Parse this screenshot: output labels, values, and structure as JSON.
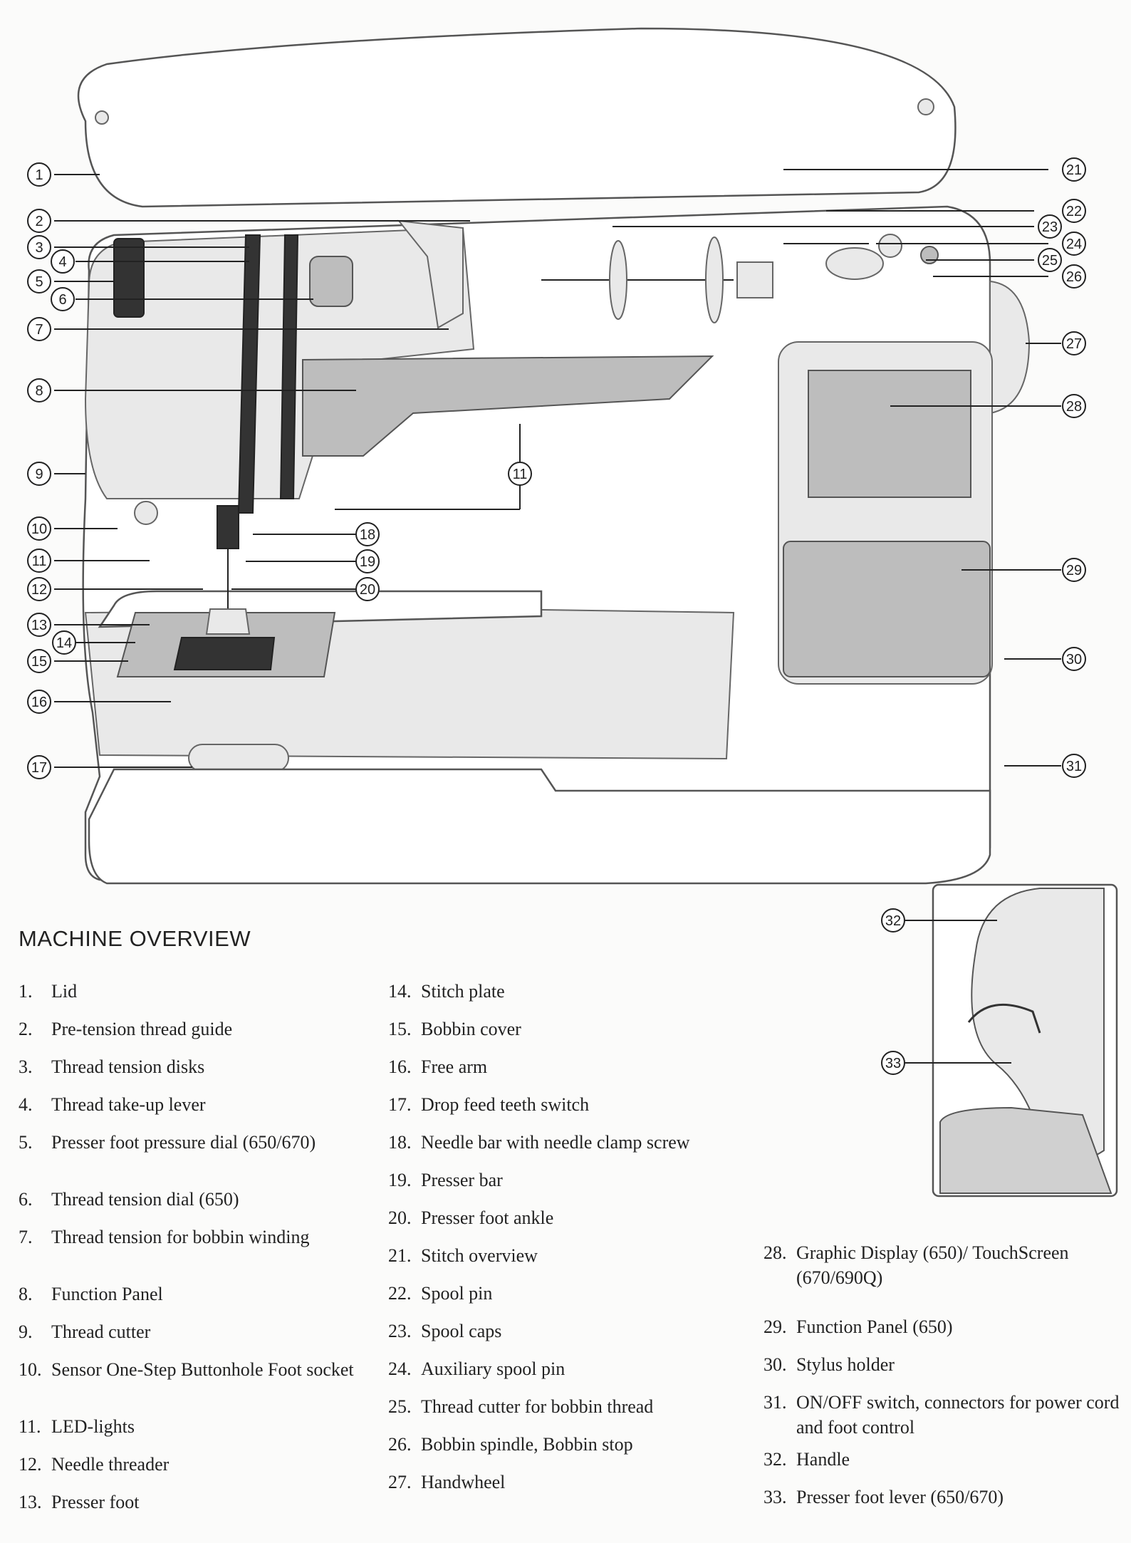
{
  "heading": "MACHINE OVERVIEW",
  "callouts": [
    "1",
    "2",
    "3",
    "4",
    "5",
    "6",
    "7",
    "8",
    "9",
    "10",
    "11",
    "12",
    "13",
    "14",
    "15",
    "16",
    "17",
    "18",
    "19",
    "20",
    "21",
    "22",
    "23",
    "24",
    "25",
    "26",
    "27",
    "28",
    "29",
    "30",
    "31",
    "32",
    "33"
  ],
  "parts": [
    {
      "num": "1.",
      "label": "Lid"
    },
    {
      "num": "2.",
      "label": "Pre-tension thread guide"
    },
    {
      "num": "3.",
      "label": "Thread tension disks"
    },
    {
      "num": "4.",
      "label": "Thread take-up lever"
    },
    {
      "num": "5.",
      "label": "Presser foot pressure dial (650/670)"
    },
    {
      "num": "6.",
      "label": "Thread tension dial (650)"
    },
    {
      "num": "7.",
      "label": "Thread tension for bobbin winding"
    },
    {
      "num": "8.",
      "label": "Function Panel"
    },
    {
      "num": "9.",
      "label": "Thread cutter"
    },
    {
      "num": "10.",
      "label": "Sensor One-Step Buttonhole Foot socket"
    },
    {
      "num": "11.",
      "label": "LED-lights"
    },
    {
      "num": "12.",
      "label": "Needle threader"
    },
    {
      "num": "13.",
      "label": "Presser foot"
    },
    {
      "num": "14.",
      "label": "Stitch plate"
    },
    {
      "num": "15.",
      "label": "Bobbin cover"
    },
    {
      "num": "16.",
      "label": "Free arm"
    },
    {
      "num": "17.",
      "label": "Drop feed teeth switch"
    },
    {
      "num": "18.",
      "label": "Needle bar with needle clamp screw"
    },
    {
      "num": "19.",
      "label": "Presser bar"
    },
    {
      "num": "20.",
      "label": "Presser foot ankle"
    },
    {
      "num": "21.",
      "label": "Stitch overview"
    },
    {
      "num": "22.",
      "label": "Spool pin"
    },
    {
      "num": "23.",
      "label": "Spool caps"
    },
    {
      "num": "24.",
      "label": "Auxiliary spool pin"
    },
    {
      "num": "25.",
      "label": "Thread cutter for bobbin thread"
    },
    {
      "num": "26.",
      "label": "Bobbin spindle, Bobbin stop"
    },
    {
      "num": "27.",
      "label": "Handwheel"
    },
    {
      "num": "28.",
      "label": "Graphic Display (650)/ TouchScreen (670/690Q)"
    },
    {
      "num": "29.",
      "label": "Function Panel (650)"
    },
    {
      "num": "30.",
      "label": "Stylus holder"
    },
    {
      "num": "31.",
      "label": "ON/OFF switch, connectors for power cord and foot control"
    },
    {
      "num": "32.",
      "label": "Handle"
    },
    {
      "num": "33.",
      "label": "Presser foot lever (650/670)"
    }
  ]
}
